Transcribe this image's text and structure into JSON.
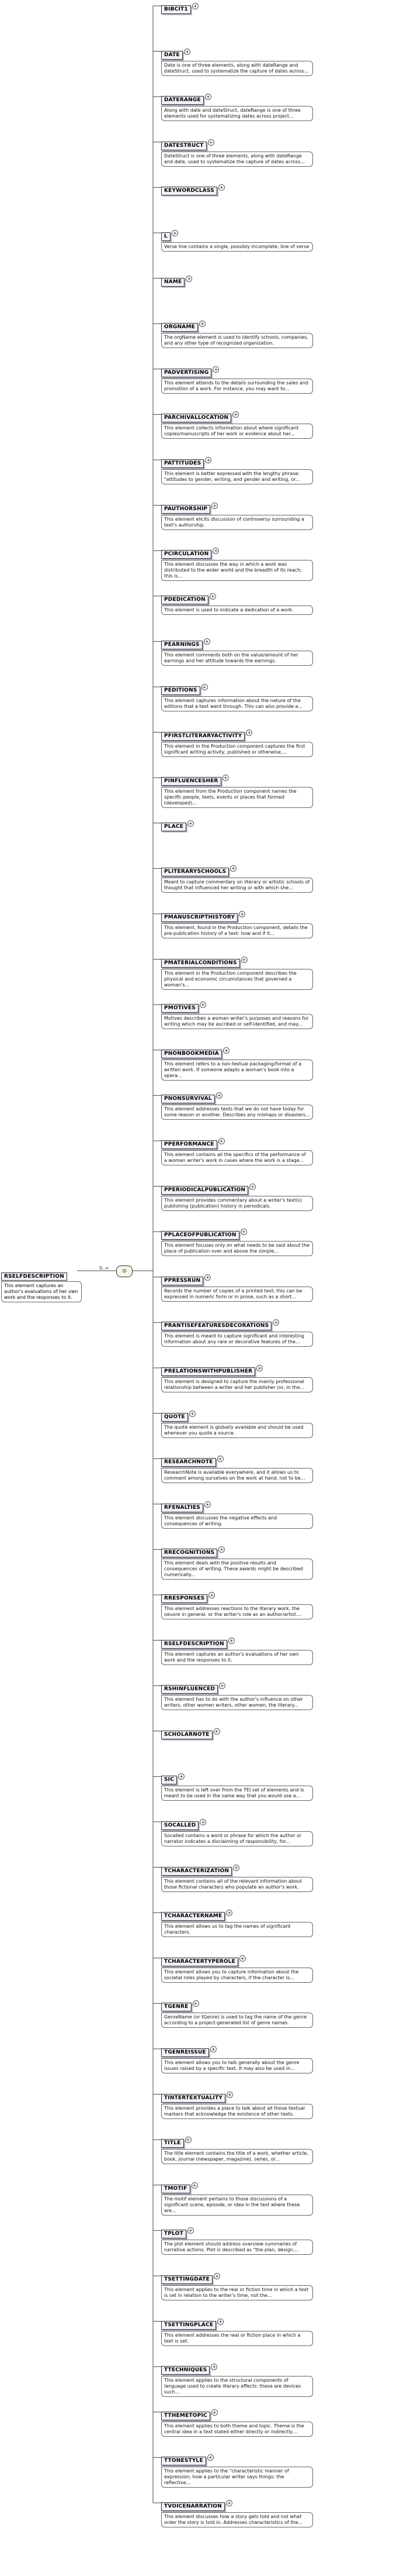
{
  "root": {
    "name": "RSELFDESCRIPTION",
    "doc": "This element captures an author's evaluations of her own work and the responses to it."
  },
  "occurrence": "0..∞",
  "choice_symbol": "⊙",
  "elements": [
    {
      "name": "BIBCIT1",
      "doc": ""
    },
    {
      "name": "DATE",
      "doc": "Date is one of three elements, along with dateRange and dateStruct, used to systematize the capture of dates across..."
    },
    {
      "name": "DATERANGE",
      "doc": "Along with date and dateStruct, dateRange is one of three elements used for systematizing dates across project..."
    },
    {
      "name": "DATESTRUCT",
      "doc": "DateStruct is one of three elements, along with dateRange and date, used to systematize the capture of dates across..."
    },
    {
      "name": "KEYWORDCLASS",
      "doc": ""
    },
    {
      "name": "L",
      "doc": "Verse line contains a single, possibly incomplete, line of verse"
    },
    {
      "name": "NAME",
      "doc": ""
    },
    {
      "name": "ORGNAME",
      "doc": "The orgName element is used to identify schools, companies, and any other type of recognized organization."
    },
    {
      "name": "PADVERTISING",
      "doc": "This element attends to the details surrounding the sales and promotion of a work. For instance, you may want to..."
    },
    {
      "name": "PARCHIVALLOCATION",
      "doc": "This element collects information about where significant copies/manuscripts of her work or evidence about her..."
    },
    {
      "name": "PATTITUDES",
      "doc": "This element is better expressed with the lengthy phrase: \"attitudes to gender, writing, and gender and writing, or..."
    },
    {
      "name": "PAUTHORSHIP",
      "doc": "This element elicits discussion of controversy surrounding a text's authorship."
    },
    {
      "name": "PCIRCULATION",
      "doc": "This element discusses the way in which a work was distributed to the wider world and the breadth of its reach; this is..."
    },
    {
      "name": "PDEDICATION",
      "doc": "This element is used to indicate a dedication of a work."
    },
    {
      "name": "PEARNINGS",
      "doc": "This element comments both on the value/amount of her earnings and her attitude towards the earnings."
    },
    {
      "name": "PEDITIONS",
      "doc": "This element captures information about the nature of the editions that a text went through. This can also provide a..."
    },
    {
      "name": "PFIRSTLITERARYACTIVITY",
      "doc": "This element in the Production component captures the first significant writing activity, published or otherwise,..."
    },
    {
      "name": "PINFLUENCESHER",
      "doc": "This element from the Production component names the specific people, texts, events or places that formed (developed)..."
    },
    {
      "name": "PLACE",
      "doc": ""
    },
    {
      "name": "PLITERARYSCHOOLS",
      "doc": "Meant to capture commentary on literary or artistic schools of thought that influenced her writing or with which she..."
    },
    {
      "name": "PMANUSCRIPTHISTORY",
      "doc": "This element, found in the Production component, details the pre-publication history of a text: how and if it..."
    },
    {
      "name": "PMATERIALCONDITIONS",
      "doc": "This element in the Production component describes the physical and economic circumstances that governed a woman's..."
    },
    {
      "name": "PMOTIVES",
      "doc": "Motives describes a woman writer's purposes and reasons for writing which may be ascribed or self-identified, and may..."
    },
    {
      "name": "PNONBOOKMEDIA",
      "doc": "This element refers to a non-textual packaging/format of a written work. If someone adapts a woman's book into a opera..."
    },
    {
      "name": "PNONSURVIVAL",
      "doc": "This element addresses texts that we do not have today for some reason or another. Describes any mishaps or disasters..."
    },
    {
      "name": "PPERFORMANCE",
      "doc": "This element contains all the specifics of the performance of a woman writer's work in cases where the work is a stage..."
    },
    {
      "name": "PPERIODICALPUBLICATION",
      "doc": "This element provides commentary about a writer's text(s) publishing (publication) history in periodicals."
    },
    {
      "name": "PPLACEOFPUBLICATION",
      "doc": "This element focuses only on what needs to be said about the place of publication over and above the simple..."
    },
    {
      "name": "PPRESSRUN",
      "doc": "Records the number of copies of a printed text; this can be expressed in numeric form or in prose, such as a short..."
    },
    {
      "name": "PRANTISEFEATURESDECORATIONS",
      "doc": "This element is meant to capture significant and interesting information about any rare or decorative features of the..."
    },
    {
      "name": "PRELATIONSWITHPUBLISHER",
      "doc": "This element is designed to capture the mainly professional relationship between a writer and her publisher (or, in the..."
    },
    {
      "name": "QUOTE",
      "doc": "The quote element is globally available and should be used whenever you quote a source."
    },
    {
      "name": "RESEARCHNOTE",
      "doc": "ResearchNote is available everywhere, and it allows us to comment among ourselves on the work at hand, not to be..."
    },
    {
      "name": "RFENALTIES",
      "doc": "This element discusses the negative effects and consequences of writing."
    },
    {
      "name": "RRECOGNITIONS",
      "doc": "This element deals with the positive results and consequences of writing. These awards might be described numerically..."
    },
    {
      "name": "RRESPONSES",
      "doc": "This element addresses reactions to the literary work, the oeuvre in general, or the writer's role as an author/artist...."
    },
    {
      "name": "RSELFDESCRIPTION",
      "doc": "This element captures an author's evaluations of her own work and the responses to it."
    },
    {
      "name": "RSHINFLUENCED",
      "doc": "This element has to do with the author's influence on other writers, other women writers, other women, the literary..."
    },
    {
      "name": "SCHOLARNOTE",
      "doc": ""
    },
    {
      "name": "SIC",
      "doc": "This element is left over from the TEI set of elements and is meant to be used in the same way that you would use a..."
    },
    {
      "name": "SOCALLED",
      "doc": "Socalled contains a word or phrase for which the author or narrator indicates a disclaiming of responsibility, for..."
    },
    {
      "name": "TCHARACTERIZATION",
      "doc": "This element contains all of the relevant information about those fictional characters who populate an author's work."
    },
    {
      "name": "TCHARACTERNAME",
      "doc": "This element allows us to tag the names of significant characters."
    },
    {
      "name": "TCHARACTERTYPEROLE",
      "doc": "This element allows you to capture information about the societal roles played by characters, if the character is..."
    },
    {
      "name": "TGENRE",
      "doc": "GenreName (or tGenre) is used to tag the name of the genre according to a project-generated list of genre names."
    },
    {
      "name": "TGENREISSUE",
      "doc": "This element allows you to talk generally about the genre issues raised by a specific text. It may also be used in..."
    },
    {
      "name": "TINTERTEXTUALITY",
      "doc": "This element provides a place to talk about all those textual markers that acknowledge the existence of other texts."
    },
    {
      "name": "TITLE",
      "doc": "The title element contains the title of a work, whether article, book, journal (newspaper, magazine), series, or..."
    },
    {
      "name": "TMOTIF",
      "doc": "The motif element pertains to those discussions of a significant scene, episode, or idea in the text where these are..."
    },
    {
      "name": "TPLOT",
      "doc": "The plot element should address overview summaries of narrative actions. Plot is described as \"the plan, design,..."
    },
    {
      "name": "TSETTINGDATE",
      "doc": "This element applies to the real or fiction time in which a text is set in relation to the writer's time, not the..."
    },
    {
      "name": "TSETTINGPLACE",
      "doc": "This element addresses the real or fiction place in which a text is set."
    },
    {
      "name": "TTECHNIQUES",
      "doc": "This element applies to the structural components of language used to create literary effects: these are devices such..."
    },
    {
      "name": "TTHEMETOPIC",
      "doc": "This element applies to both theme and topic. Theme is the central idea in a text stated either directly or indirectly...."
    },
    {
      "name": "TTONESTYLE",
      "doc": "This element applies to the \"characteristic manner of expression; how a particular writer says things: the reflective..."
    },
    {
      "name": "TVOICENARRATION",
      "doc": "This element discusses how a story gets told and not what order the story is told in. Addresses characteristics of the..."
    }
  ]
}
